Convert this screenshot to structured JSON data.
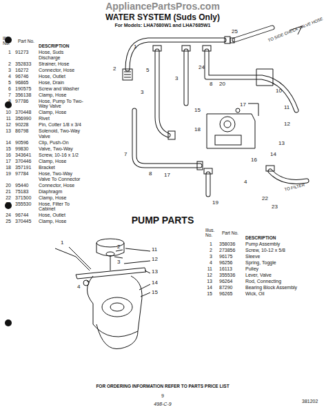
{
  "diagram": {
    "title": "WATER SYSTEM (Suds Only)",
    "labels": [
      "AppliancePartsPros.com",
      "For Models: LHA7680W1 and LHA7685W1",
      "Illus. No.",
      "Part No.",
      "DESCRIPTION",
      "1",
      "91273",
      "Hose, Suds Discharge",
      "2",
      "352833",
      "Strainer, Hose",
      "3",
      "16272",
      "Connector, Hose",
      "4",
      "96746",
      "Hose, Outlet",
      "5",
      "96865",
      "Hose, Drain",
      "6",
      "190575",
      "Screw and Washer",
      "7",
      "356138",
      "Clamp, Hose",
      "8",
      "97786",
      "Hose, Pump To Two-Way Valve",
      "10",
      "370448",
      "Clamp, Hose",
      "11",
      "356990",
      "Rivet",
      "12",
      "90228",
      "Pin, Cotter 1/8 x 3/4",
      "13",
      "86798",
      "Solenoid, Two-Way Valve",
      "14",
      "90596",
      "Clip, Push-On",
      "15",
      "99830",
      "Valve, Two-Way",
      "16",
      "343641",
      "Screw, 10-16 x 1/2",
      "17",
      "370446",
      "Clamp, Hose",
      "18",
      "357191",
      "Bracket",
      "19",
      "97784",
      "Hose, Two-Way Valve To Connector",
      "20",
      "95440",
      "Connector, Hose",
      "21",
      "75183",
      "Diaphragm",
      "22",
      "371500",
      "Clamp, Hose",
      "23",
      "355530",
      "Hose, Filter To Cabinet",
      "24",
      "96744",
      "Hose, Outlet",
      "25",
      "370445",
      "Clamp, Hose",
      "25",
      "1",
      "2",
      "5",
      "3",
      "3",
      "24",
      "8",
      "20",
      "10",
      "11",
      "12",
      "13",
      "14",
      "15",
      "17",
      "18",
      "16",
      "7",
      "8",
      "17",
      "19",
      "4",
      "22",
      "23",
      "TO SIDE CHECK VALVE HOSE",
      "TO FILTER",
      "PUMP PARTS",
      "1",
      "2",
      "3",
      "11",
      "12",
      "13",
      "14",
      "15",
      "4",
      "Illus. No.",
      "Part No.",
      "DESCRIPTION",
      "1",
      "358036",
      "Pump Assembly",
      "2",
      "273856",
      "Screw, 10-12 x 5/8",
      "3",
      "96175",
      "Sleeve",
      "4",
      "96256",
      "Spring, Toggle",
      "11",
      "16113",
      "Pulley",
      "12",
      "355536",
      "Lever, Valve",
      "13",
      "96264",
      "Rod, Connecting",
      "14",
      "87290",
      "Bearing Block Assembly",
      "15",
      "96265",
      "Wick, Oil",
      "FOR ORDERING INFORMATION REFER TO PARTS PRICE LIST",
      "9",
      "498-C-9",
      "381202"
    ]
  }
}
